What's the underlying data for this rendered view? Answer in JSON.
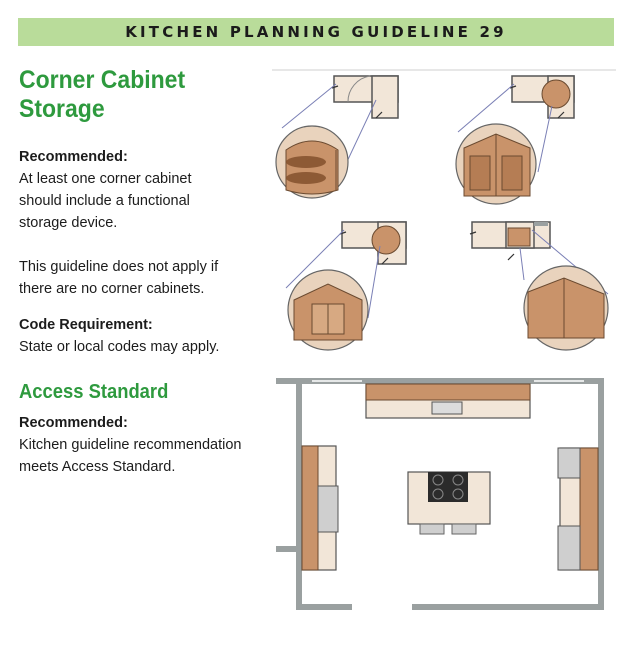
{
  "banner": {
    "title": "KITCHEN PLANNING GUIDELINE 29"
  },
  "section1": {
    "heading": "Corner Cabinet Storage",
    "recommended_label": "Recommended:",
    "recommended_text": "At least one corner cabinet should include a functional storage device.",
    "note_text": "This guideline does not apply if there are no corner cabinets.",
    "code_label": "Code Requirement:",
    "code_text": "State or local codes may apply."
  },
  "section2": {
    "heading": "Access Standard",
    "recommended_label": "Recommended:",
    "recommended_text": "Kitchen guideline recommendation meets Access Standard."
  },
  "colors": {
    "banner": "#b9dc9a",
    "heading": "#2e9a3e",
    "cabinet": "#c9936a",
    "counter": "#f2e6d8",
    "wall": "#9aa0a0"
  },
  "illustrations": [
    {
      "icon": "lazy-susan-corner-icon"
    },
    {
      "icon": "swing-out-corner-icon"
    },
    {
      "icon": "round-corner-cabinet-icon"
    },
    {
      "icon": "blind-corner-cabinet-icon"
    },
    {
      "icon": "kitchen-floor-plan-icon"
    }
  ]
}
